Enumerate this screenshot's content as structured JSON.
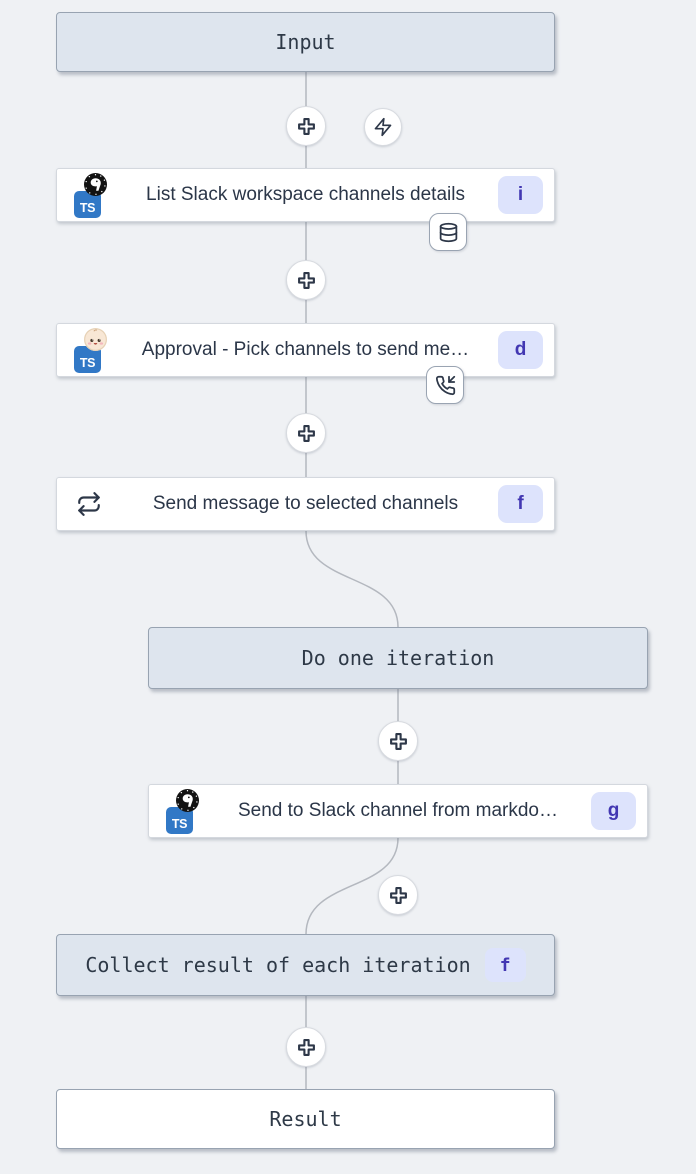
{
  "flow": {
    "start": {
      "label": "Input"
    },
    "end": {
      "label": "Result"
    },
    "steps": [
      {
        "label": "List Slack workspace channels details",
        "badge": "i",
        "language": "TS",
        "runtime": "deno",
        "attachment": "database"
      },
      {
        "label": "Approval - Pick channels to send me…",
        "badge": "d",
        "language": "TS",
        "runtime": "bun",
        "attachment": "phone-incoming"
      },
      {
        "label": "Send message to selected channels",
        "badge": "f",
        "icon": "repeat"
      },
      {
        "label": "Send to Slack channel from markdo…",
        "badge": "g",
        "language": "TS",
        "runtime": "deno"
      }
    ],
    "loop": {
      "body_label": "Do one iteration",
      "collect_label": "Collect result of each iteration",
      "collect_badge": "f"
    }
  },
  "colors": {
    "canvas": "#eff1f4",
    "label_box_fill": "#dee5ee",
    "badge_bg": "#dde3fc",
    "badge_text": "#4237b2",
    "typescript_blue": "#3178c6",
    "connector": "#b4b8bf"
  }
}
